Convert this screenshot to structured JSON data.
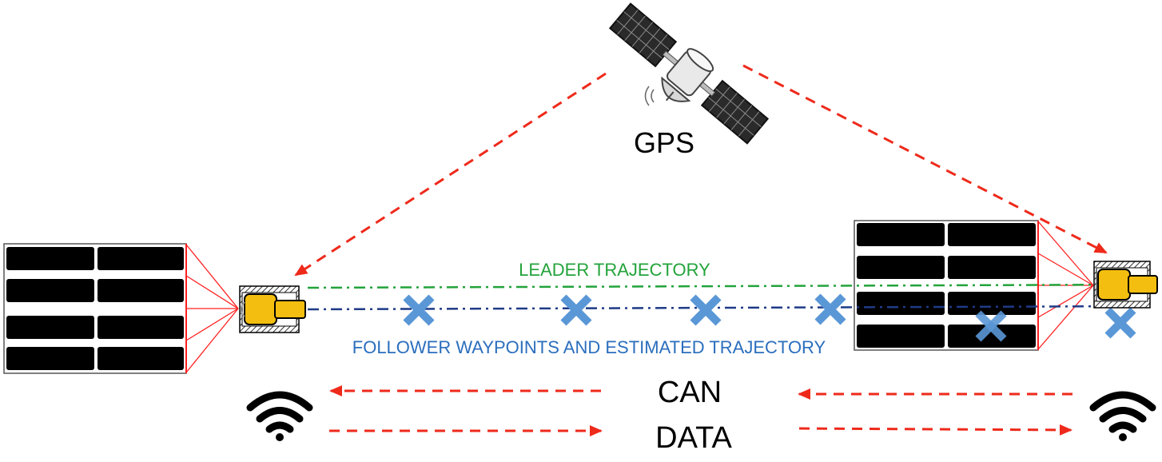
{
  "labels": {
    "gps": "GPS",
    "leader_trajectory": "LEADER TRAJECTORY",
    "follower_trajectory": "FOLLOWER WAYPOINTS AND ESTIMATED TRAJECTORY",
    "can": "CAN",
    "data": "DATA"
  },
  "colors": {
    "gps_link": "#ee2a1b",
    "leader_trajectory": "#23a33b",
    "follower_trajectory": "#1f3b87",
    "waypoint": "#5a97d6",
    "follower_text": "#2a6ebd",
    "vehicle_body": "#f3be0f",
    "truck_block": "#000000",
    "sensor_beam": "#ff2020"
  },
  "icons": {
    "satellite": "satellite-icon",
    "wifi": "wifi-icon",
    "waypoint": "x-mark-icon"
  }
}
